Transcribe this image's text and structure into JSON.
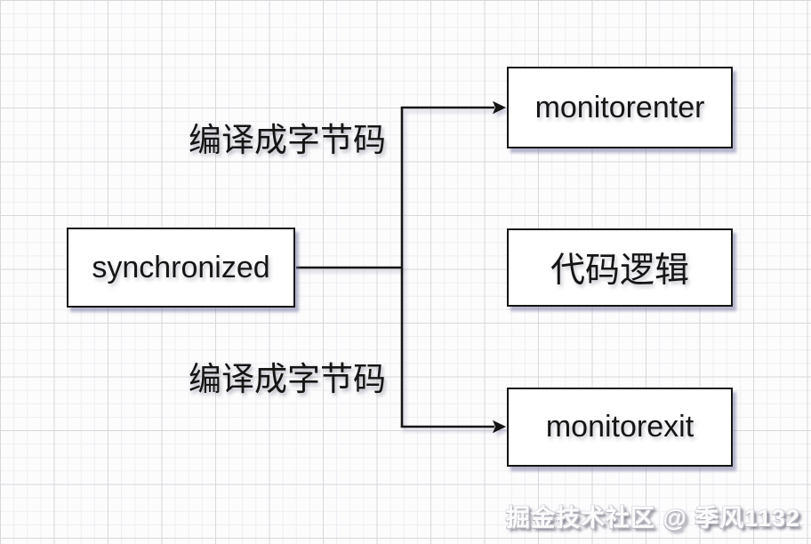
{
  "nodes": {
    "source": {
      "label": "synchronized"
    },
    "enter": {
      "label": "monitorenter"
    },
    "logic": {
      "label": "代码逻辑"
    },
    "exit": {
      "label": "monitorexit"
    }
  },
  "edge_labels": {
    "top": "编译成字节码",
    "bottom": "编译成字节码"
  },
  "watermark": {
    "text": "掘金技术社区 @ 季风1132"
  },
  "colors": {
    "background": "#fcfcfd",
    "grid_major": "#d8d8dc",
    "grid_minor": "#efeff2",
    "box_fill": "#ffffff",
    "box_border": "#141414",
    "box_shadow": "#8f8fae",
    "connector_line": "#141414",
    "text": "#151515",
    "watermark_fill": "#fbfbfc"
  }
}
